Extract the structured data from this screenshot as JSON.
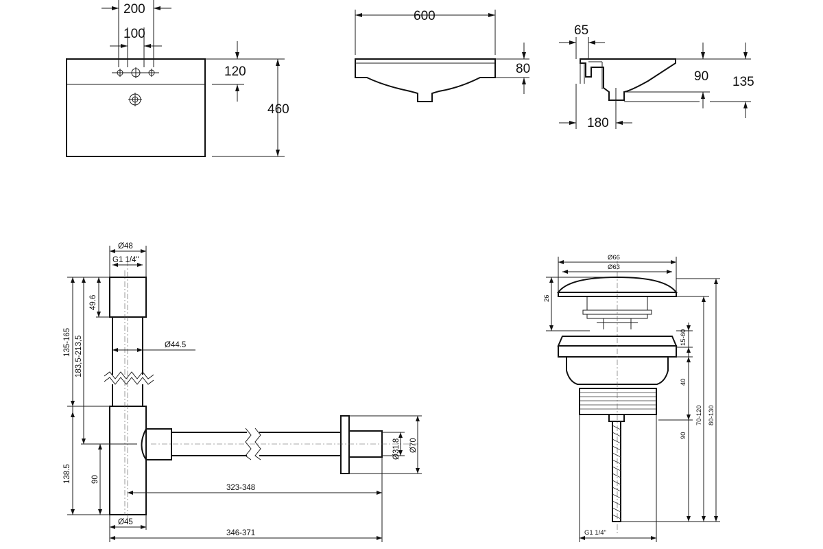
{
  "basin_top_view": {
    "dim_200": "200",
    "dim_100": "100",
    "dim_120": "120",
    "dim_460": "460"
  },
  "basin_front_view": {
    "dim_600": "600",
    "dim_80": "80"
  },
  "basin_side_view": {
    "dim_65": "65",
    "dim_90": "90",
    "dim_135": "135",
    "dim_180": "180"
  },
  "siphon": {
    "d48": "Ø48",
    "g1": "G1 1/4\"",
    "h_49_6": "49.6",
    "h_135_165": "135-165",
    "h_183": "183,5-213,5",
    "d44_5": "Ø44.5",
    "h_138_5": "138.5",
    "h_90": "90",
    "l_323": "323-348",
    "d31_8": "Ø31.8",
    "d70": "Ø70",
    "d45": "Ø45",
    "l_346": "346-371"
  },
  "drain_valve": {
    "d66": "Ø66",
    "d63": "Ø63",
    "h26": "26",
    "h15_60": "15-60",
    "h40": "40",
    "h90": "90",
    "h70_120": "70-120",
    "h80_130": "80-130",
    "g1": "G1 1/4\""
  }
}
